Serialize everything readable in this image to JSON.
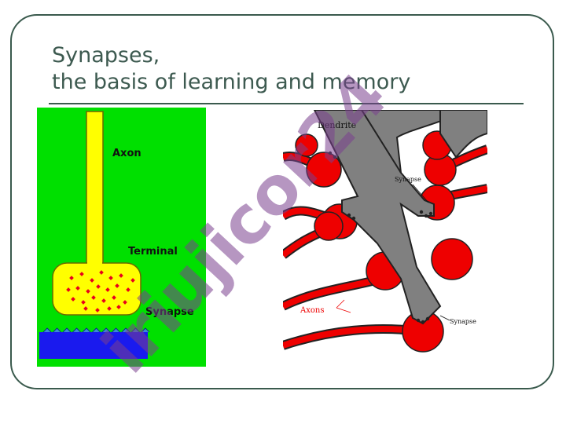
{
  "slide": {
    "title_line1": "Synapses,",
    "title_line2": "the basis of learning and memory"
  },
  "left_figure": {
    "labels": {
      "axon": "Axon",
      "terminal": "Terminal",
      "synapse": "Synapse"
    }
  },
  "right_figure": {
    "labels": {
      "dendrite": "Dendrite",
      "synapse_upper": "Synapse",
      "axons": "Axons",
      "synapse_lower": "Synapse"
    }
  },
  "watermark": {
    "text": "iriujicor24"
  },
  "colors": {
    "title": "#3d5a50",
    "frame": "#3a5a4d",
    "background_green": "#00e000",
    "axon_yellow": "#ffff00",
    "vesicle_red": "#e8001c",
    "membrane_blue": "#1a1aee",
    "dendrite_gray": "#808080",
    "axon_red": "#ee0000",
    "watermark": "#7a3f8e"
  }
}
